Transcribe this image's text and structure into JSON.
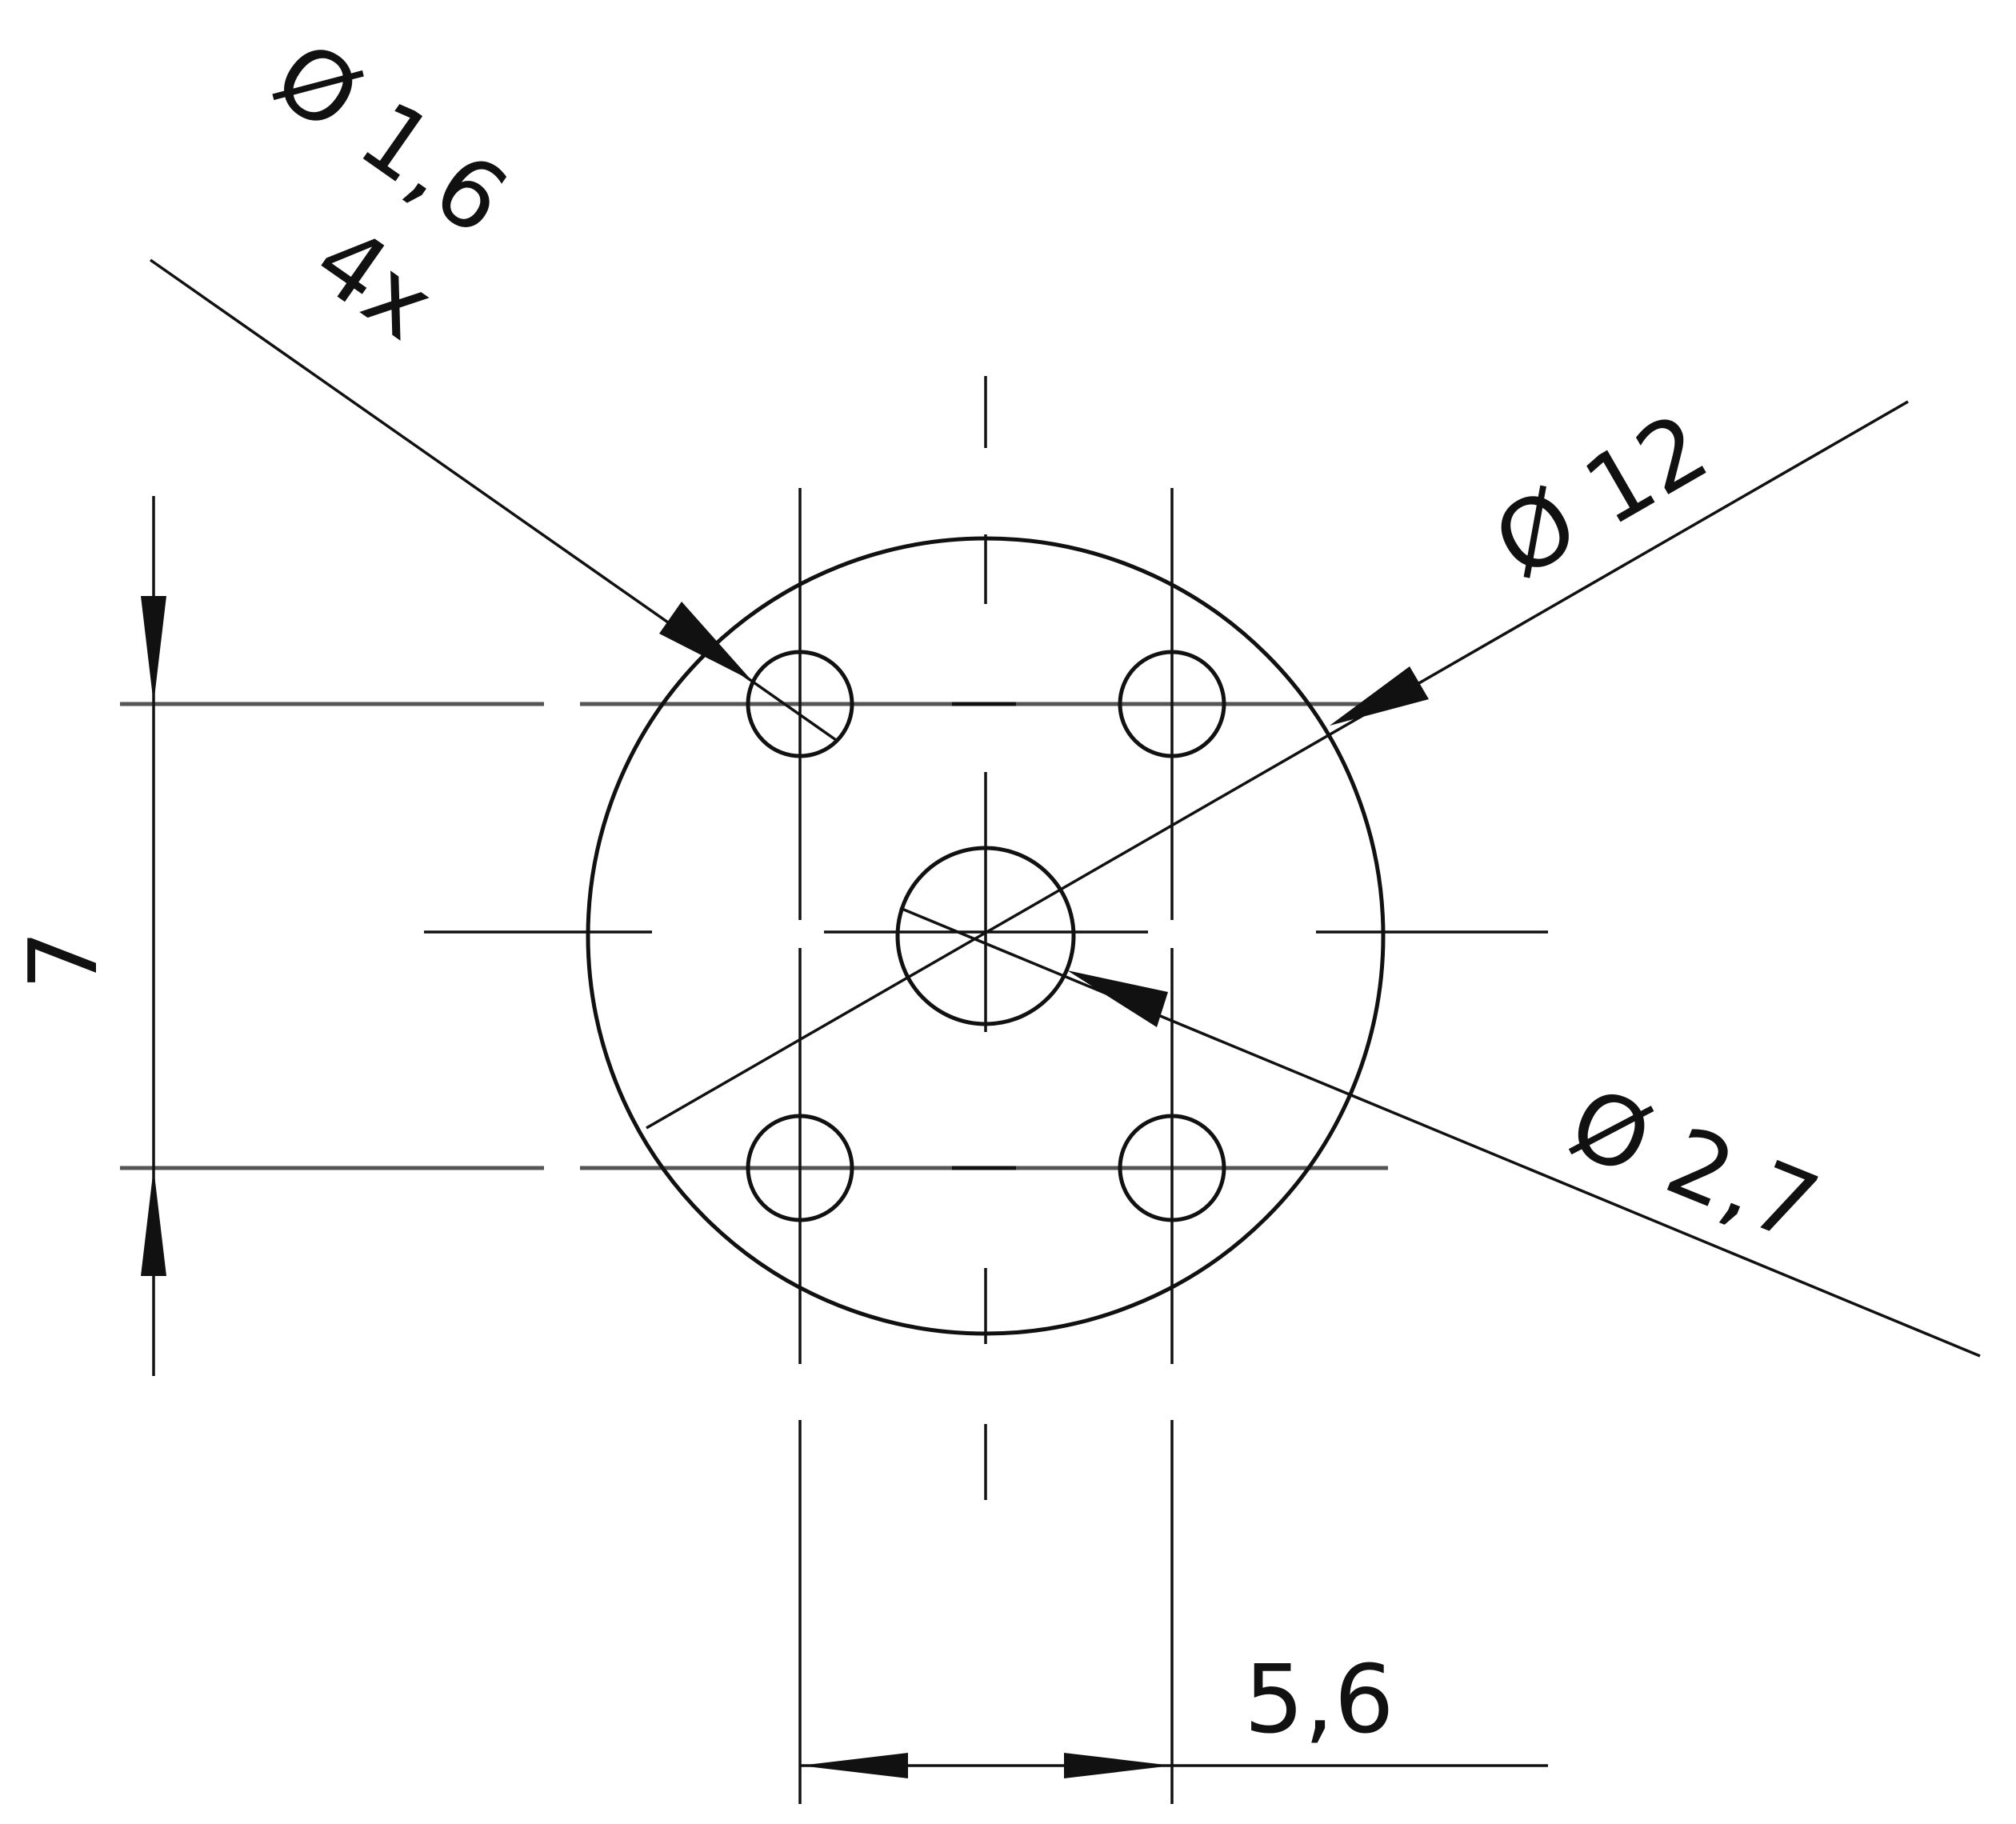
{
  "dimensions": {
    "small_holes": {
      "diameter_label": "Ø 1,6",
      "count_label": "4x"
    },
    "outer_diameter": {
      "label": "Ø 12"
    },
    "center_hole": {
      "label": "Ø 2,7"
    },
    "vertical_spacing": {
      "label": "7"
    },
    "horizontal_spacing": {
      "label": "5,6"
    }
  },
  "colors": {
    "line": "#111111",
    "background": "#ffffff"
  }
}
